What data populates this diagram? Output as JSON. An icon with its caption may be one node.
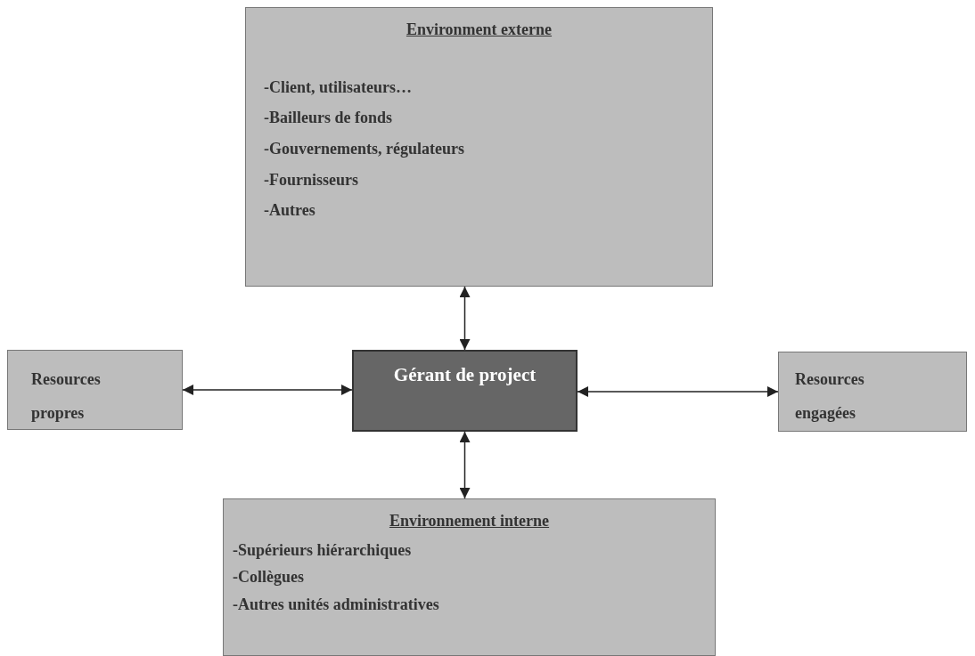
{
  "diagram": {
    "nodes": [
      {
        "text": [
          "Environment externe",
          "-Client, utilisateurs…",
          "-Bailleurs de fonds",
          "-Gouvernements, régulateurs",
          "-Fournisseurs",
          "-Autres"
        ]
      },
      {
        "text": [
          "Resources propres"
        ]
      },
      {
        "text": [
          "Gérant de project"
        ]
      },
      {
        "text": [
          "Resources engagées"
        ]
      },
      {
        "text": [
          "Environnement interne",
          "-Supérieurs hiérarchiques",
          "-Collègues",
          "-Autres unités administratives"
        ]
      }
    ],
    "edges": [
      {
        "from": 0,
        "to": 2,
        "arrow": "both"
      },
      {
        "from": 1,
        "to": 2,
        "arrow": "both"
      },
      {
        "from": 2,
        "to": 3,
        "arrow": "both"
      },
      {
        "from": 4,
        "to": 2,
        "arrow": "both"
      }
    ]
  }
}
